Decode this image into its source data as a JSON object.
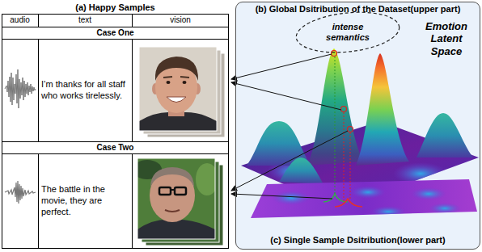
{
  "diagram": {
    "nodes": [
      {
        "text": [
          "(a) Happy Samples"
        ]
      },
      {
        "text": [
          "(b) Global Dsitribution of the Dataset(upper part)",
          "Emotion Latent Space",
          "(c) Single Sample Dsitribution(lower part)"
        ]
      },
      {
        "text": [
          "intense semantics"
        ],
        "in": 1
      }
    ],
    "labels": [
      "audio",
      "text",
      "vision",
      "Case One",
      "I’m thanks for all staff who works tirelessly.",
      "Case Two",
      "The battle in the movie, they are perfect."
    ]
  }
}
